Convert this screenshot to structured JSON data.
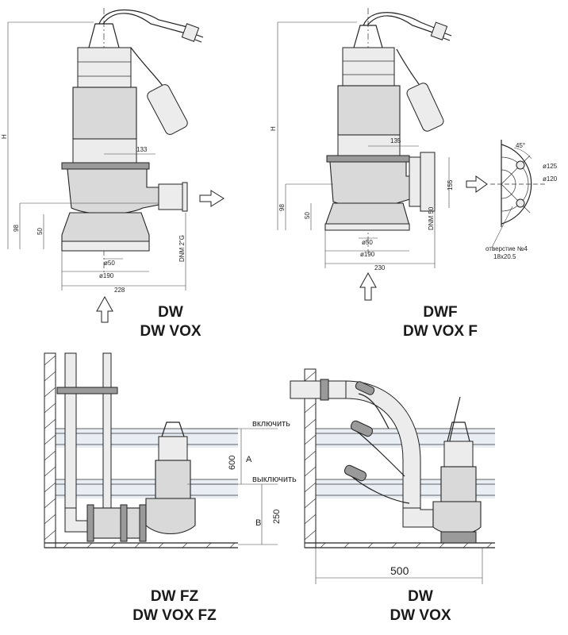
{
  "captions": {
    "top_left": [
      "DW",
      "DW VOX"
    ],
    "top_right": [
      "DWF",
      "DW VOX F"
    ],
    "bottom_left": [
      "DW FZ",
      "DW VOX FZ"
    ],
    "bottom_right": [
      "DW",
      "DW VOX"
    ]
  },
  "dims_dw": {
    "h": "H",
    "d133": "133",
    "d98": "98",
    "d50": "50",
    "phi50": "ø50",
    "phi190": "ø190",
    "d228": "228",
    "dnm": "DNM 2\"G"
  },
  "dims_dwf": {
    "h": "H",
    "d135": "135",
    "d98": "98",
    "d50": "50",
    "d155": "155",
    "phi50": "ø50",
    "phi190": "ø190",
    "d230": "230",
    "dnm": "DNM 50"
  },
  "flange": {
    "angle": "45°",
    "phi125": "ø125",
    "phi120": "ø120",
    "holes_line1": "отверстие №4",
    "holes_line2": "18х20.5"
  },
  "install": {
    "on_label": "включить",
    "off_label": "выключить",
    "a_label": "A",
    "b_label": "B",
    "d600": "600",
    "d250": "250",
    "d500": "500"
  },
  "colors": {
    "line": "#222222",
    "body_fill": "#d9d9d9",
    "water": "#e8eef4"
  }
}
